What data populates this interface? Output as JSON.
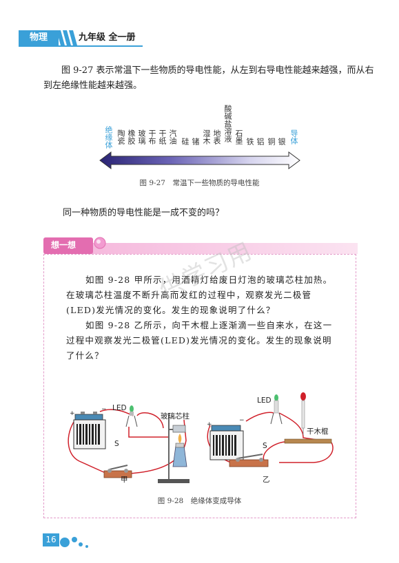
{
  "header": {
    "subject": "物理",
    "grade": "九年级 全一册"
  },
  "paragraph1": "图 9-27 表示常温下一些物质的导电性能，从左到右导电性能越来越强，而从右到左绝缘性能越来越强。",
  "materials": {
    "insulator": "绝缘体",
    "list": [
      "陶瓷",
      "橡胶",
      "玻璃",
      "干布",
      "干纸",
      "汽油",
      "硅",
      "锗",
      "湿木",
      "地表",
      "酸碱盐溶液",
      "石墨",
      "铁",
      "铝",
      "铜",
      "银"
    ],
    "conductor": "导体"
  },
  "figure_27_caption": "图 9-27　常温下一些物质的导电性能",
  "paragraph2": "同一种物质的导电性能是一成不变的吗？",
  "think": {
    "label": "想一想",
    "para1": "如图 9-28 甲所示，用酒精灯给废日灯泡的玻璃芯柱加热。在玻璃芯柱温度不断升高而发红的过程中，观察发光二极管(LED)发光情况的变化。发生的现象说明了什么？",
    "para2": "如图 9-28 乙所示，向干木棍上逐渐滴一些自来水，在这一过程中观察发光二极管(LED)发光情况的变化。发生的现象说明了什么？"
  },
  "figure_28": {
    "led_left": "LED",
    "led_right": "LED",
    "glass_core": "玻璃芯柱",
    "switch_left": "S",
    "switch_right": "S",
    "dry_stick": "干木棍",
    "label_jia": "甲",
    "label_yi": "乙",
    "plus": "+",
    "minus": "−",
    "caption": "图 9-28　绝缘体变成导体"
  },
  "watermark": "供学习用",
  "page_number": "16",
  "colors": {
    "accent": "#3aa0d8",
    "pink": "#e36db0",
    "arrow_dark": "#2e2a7a",
    "wire": "#d0202a"
  }
}
